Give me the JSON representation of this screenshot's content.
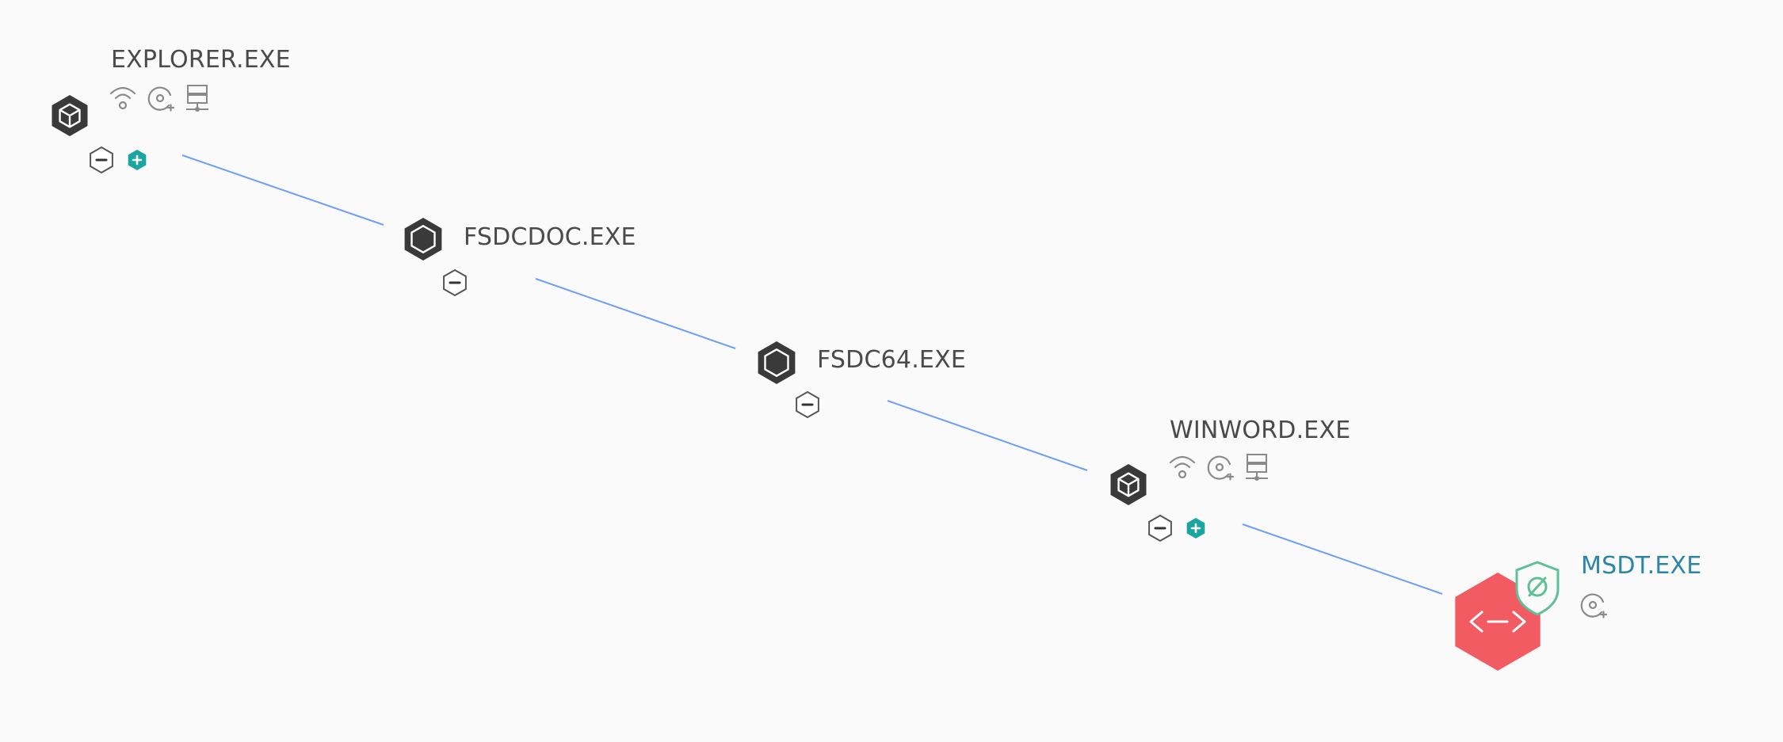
{
  "colors": {
    "background": "#fafafb",
    "edge": "#6e9ff2",
    "node_dark": "#3a3a3a",
    "node_alert": "#f35b63",
    "teal": "#1aa6a0",
    "shield": "#5fbf97",
    "icon_gray": "#8a8a8a",
    "label": "#4a4a4a",
    "label_target": "#2b86a8"
  },
  "nodes": [
    {
      "id": "explorer",
      "label": "EXPLORER.EXE",
      "icon": "cube-icon",
      "status": [
        "wifi-icon",
        "disc-icon",
        "server-icon"
      ],
      "actions": [
        "collapse-icon",
        "expand-icon"
      ]
    },
    {
      "id": "fsdcdoc",
      "label": "FSDCDOC.EXE",
      "icon": "hexagon-icon",
      "status": [],
      "actions": [
        "collapse-icon"
      ]
    },
    {
      "id": "fsdc64",
      "label": "FSDC64.EXE",
      "icon": "hexagon-icon",
      "status": [],
      "actions": [
        "collapse-icon"
      ]
    },
    {
      "id": "winword",
      "label": "WINWORD.EXE",
      "icon": "cube-icon",
      "status": [
        "wifi-icon",
        "disc-icon",
        "server-icon"
      ],
      "actions": [
        "collapse-icon",
        "expand-icon"
      ]
    },
    {
      "id": "msdt",
      "label": "MSDT.EXE",
      "icon": "code-icon",
      "badge": "shield-slash-icon",
      "status": [
        "disc-icon"
      ],
      "actions": []
    }
  ],
  "edges": [
    [
      "explorer",
      "fsdcdoc"
    ],
    [
      "fsdcdoc",
      "fsdc64"
    ],
    [
      "fsdc64",
      "winword"
    ],
    [
      "winword",
      "msdt"
    ]
  ]
}
